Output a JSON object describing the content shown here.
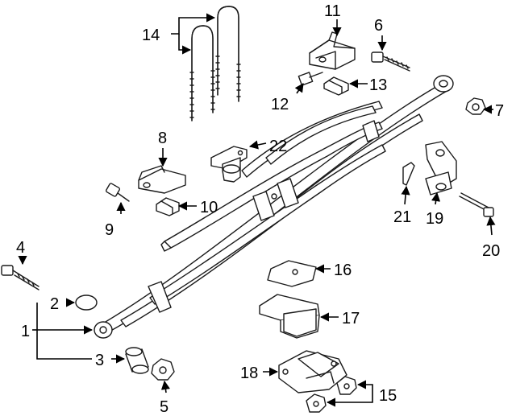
{
  "diagram": {
    "background": "#ffffff",
    "line_color": "#1a1a1a",
    "part_fill": "#ffffff",
    "shade_fill": "#d9d9d9",
    "callouts": {
      "c1": "1",
      "c2": "2",
      "c3": "3",
      "c4": "4",
      "c5": "5",
      "c6": "6",
      "c7": "7",
      "c8": "8",
      "c9": "9",
      "c10": "10",
      "c11": "11",
      "c12": "12",
      "c13": "13",
      "c14": "14",
      "c15": "15",
      "c16": "16",
      "c17": "17",
      "c18": "18",
      "c19": "19",
      "c20": "20",
      "c21": "21",
      "c22": "22"
    }
  }
}
